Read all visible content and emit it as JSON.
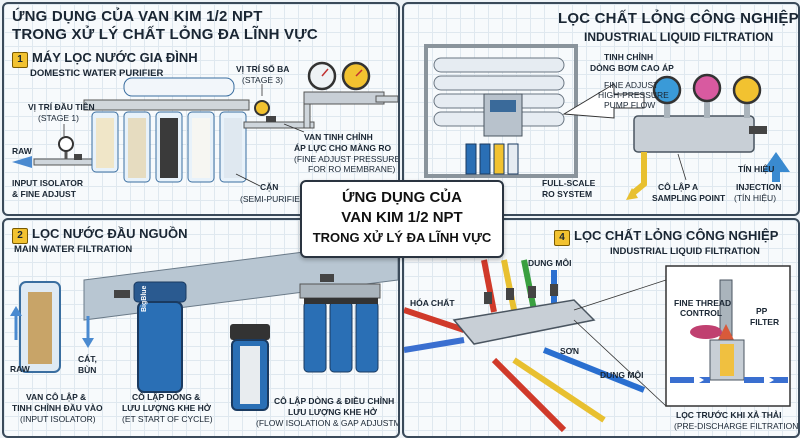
{
  "main_title": {
    "line1": "ỨNG DỤNG CỦA VAN KIM 1/2 NPT",
    "line2": "TRONG XỬ LÝ CHẤT LỎNG ĐA LĨNH VỰC"
  },
  "center_box": {
    "line1": "ỨNG DỤNG CỦA",
    "line2": "VAN KIM 1/2 NPT",
    "line3": "TRONG XỬ LÝ ĐA LĨNH VỰC"
  },
  "panel1": {
    "number": "1",
    "heading": "MÁY LỌC NƯỚC GIA ĐÌNH",
    "subheading": "DOMESTIC WATER PURIFIER",
    "labels": {
      "stage3": "VỊ TRÍ SỐ BA",
      "stage3_en": "(STAGE 3)",
      "stage1": "VỊ TRÍ ĐẦU TIÊN",
      "stage1_en": "(STAGE 1)",
      "raw": "RAW",
      "input_isolator": "INPUT ISOLATOR",
      "fine_adjust": "& FINE ADJUST",
      "can": "CẶN",
      "semi": "(SEMI-PURIFIED)",
      "van_tinh_chinh": "VAN TINH CHỈNH",
      "ap_luc": "ÁP LỰC CHO MÀNG RO",
      "fine_pressure": "(FINE ADJUST PRESSURE",
      "for_ro": "FOR RO MEMBRANE)"
    }
  },
  "panel2": {
    "heading": "LỌC CHẤT LỎNG CÔNG NGHIỆP",
    "subheading": "INDUSTRIAL LIQUID FILTRATION",
    "labels": {
      "tinh_chinh": "TINH CHỈNH",
      "dong_bom": "DÒNG BƠM CAO ÁP",
      "fine_adjust": "FINE ADJUST",
      "high_pressure": "HIGH-PRESSURE",
      "pump_flow": "PUMP FLOW",
      "full_scale": "FULL-SCALE",
      "ro_system": "RO SYSTEM",
      "co_lap": "CÔ LẬP A",
      "sampling": "SAMPLING POINT",
      "tin_hieu": "TÍN HIỆU",
      "injection": "INJECTION",
      "tin_hieu_en": "(TÍN HIỆU)"
    }
  },
  "panel3": {
    "number": "2",
    "heading": "LỌC NƯỚC ĐẦU NGUỒN",
    "subheading": "MAIN WATER FILTRATION",
    "labels": {
      "raw": "RAW",
      "cat_bun": "CÁT,",
      "bun": "BÙN",
      "van_co_lap": "VAN CÔ LẬP &",
      "tinh_chinh_dau_vao": "TINH CHỈNH ĐẦU VÀO",
      "input_isolator": "(INPUT ISOLATOR)",
      "co_lap_dong": "CÔ LẬP DÒNG &",
      "luu_luong": "LƯU LƯỢNG KHE HỞ",
      "start_cycle": "(ET START OF CYCLE)",
      "co_lap_dieu_chinh": "CÔ LẬP DÒNG & ĐIỀU CHỈNH",
      "luu_luong2": "LƯU LƯỢNG KHE HỞ",
      "flow_isolation": "(FLOW ISOLATION & GAP ADJUSTMENT)",
      "brand": "BigBlue"
    }
  },
  "panel4": {
    "number": "4",
    "heading": "LỌC CHẤT LỎNG CÔNG NGHIỆP",
    "subheading": "INDUSTRIAL LIQUID FILTRATION",
    "labels": {
      "dung_moi": "DUNG MÔI",
      "hoa_chat": "HÓA CHẤT",
      "son": "SƠN",
      "dung_moi2": "DUNG MÔI",
      "fine_thread": "FINE THREAD",
      "control": "CONTROL",
      "pp": "PP",
      "filter": "FILTER",
      "loc_truoc": "LỌC TRƯỚC KHI XẢ THẢI",
      "pre_discharge": "(PRE-DISCHARGE FILTRATION)"
    }
  },
  "colors": {
    "blue_housing": "#2a6fb5",
    "gauge_yellow": "#f2c230",
    "gauge_blue": "#3a9ad8",
    "gauge_pink": "#d85aa0",
    "pipe_red": "#d03a2a",
    "pipe_blue": "#2a6fd0",
    "pipe_yellow": "#e8c030",
    "pipe_green": "#3aa040"
  }
}
